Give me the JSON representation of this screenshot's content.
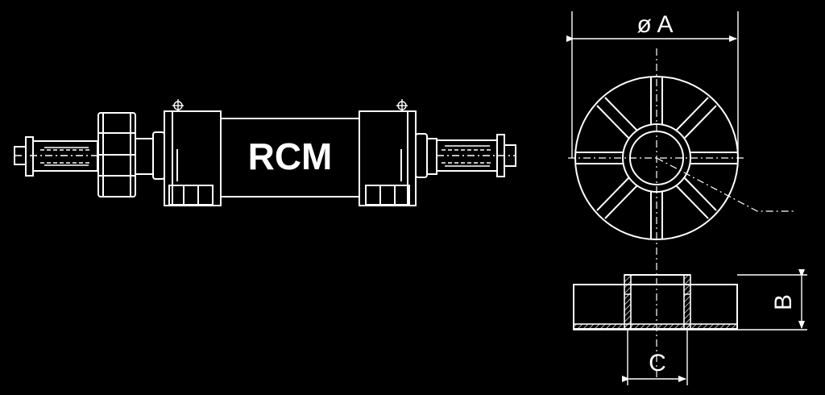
{
  "product_label": "RCM",
  "dimensions": {
    "diameter": "ø A",
    "height": "B",
    "bore": "C"
  }
}
